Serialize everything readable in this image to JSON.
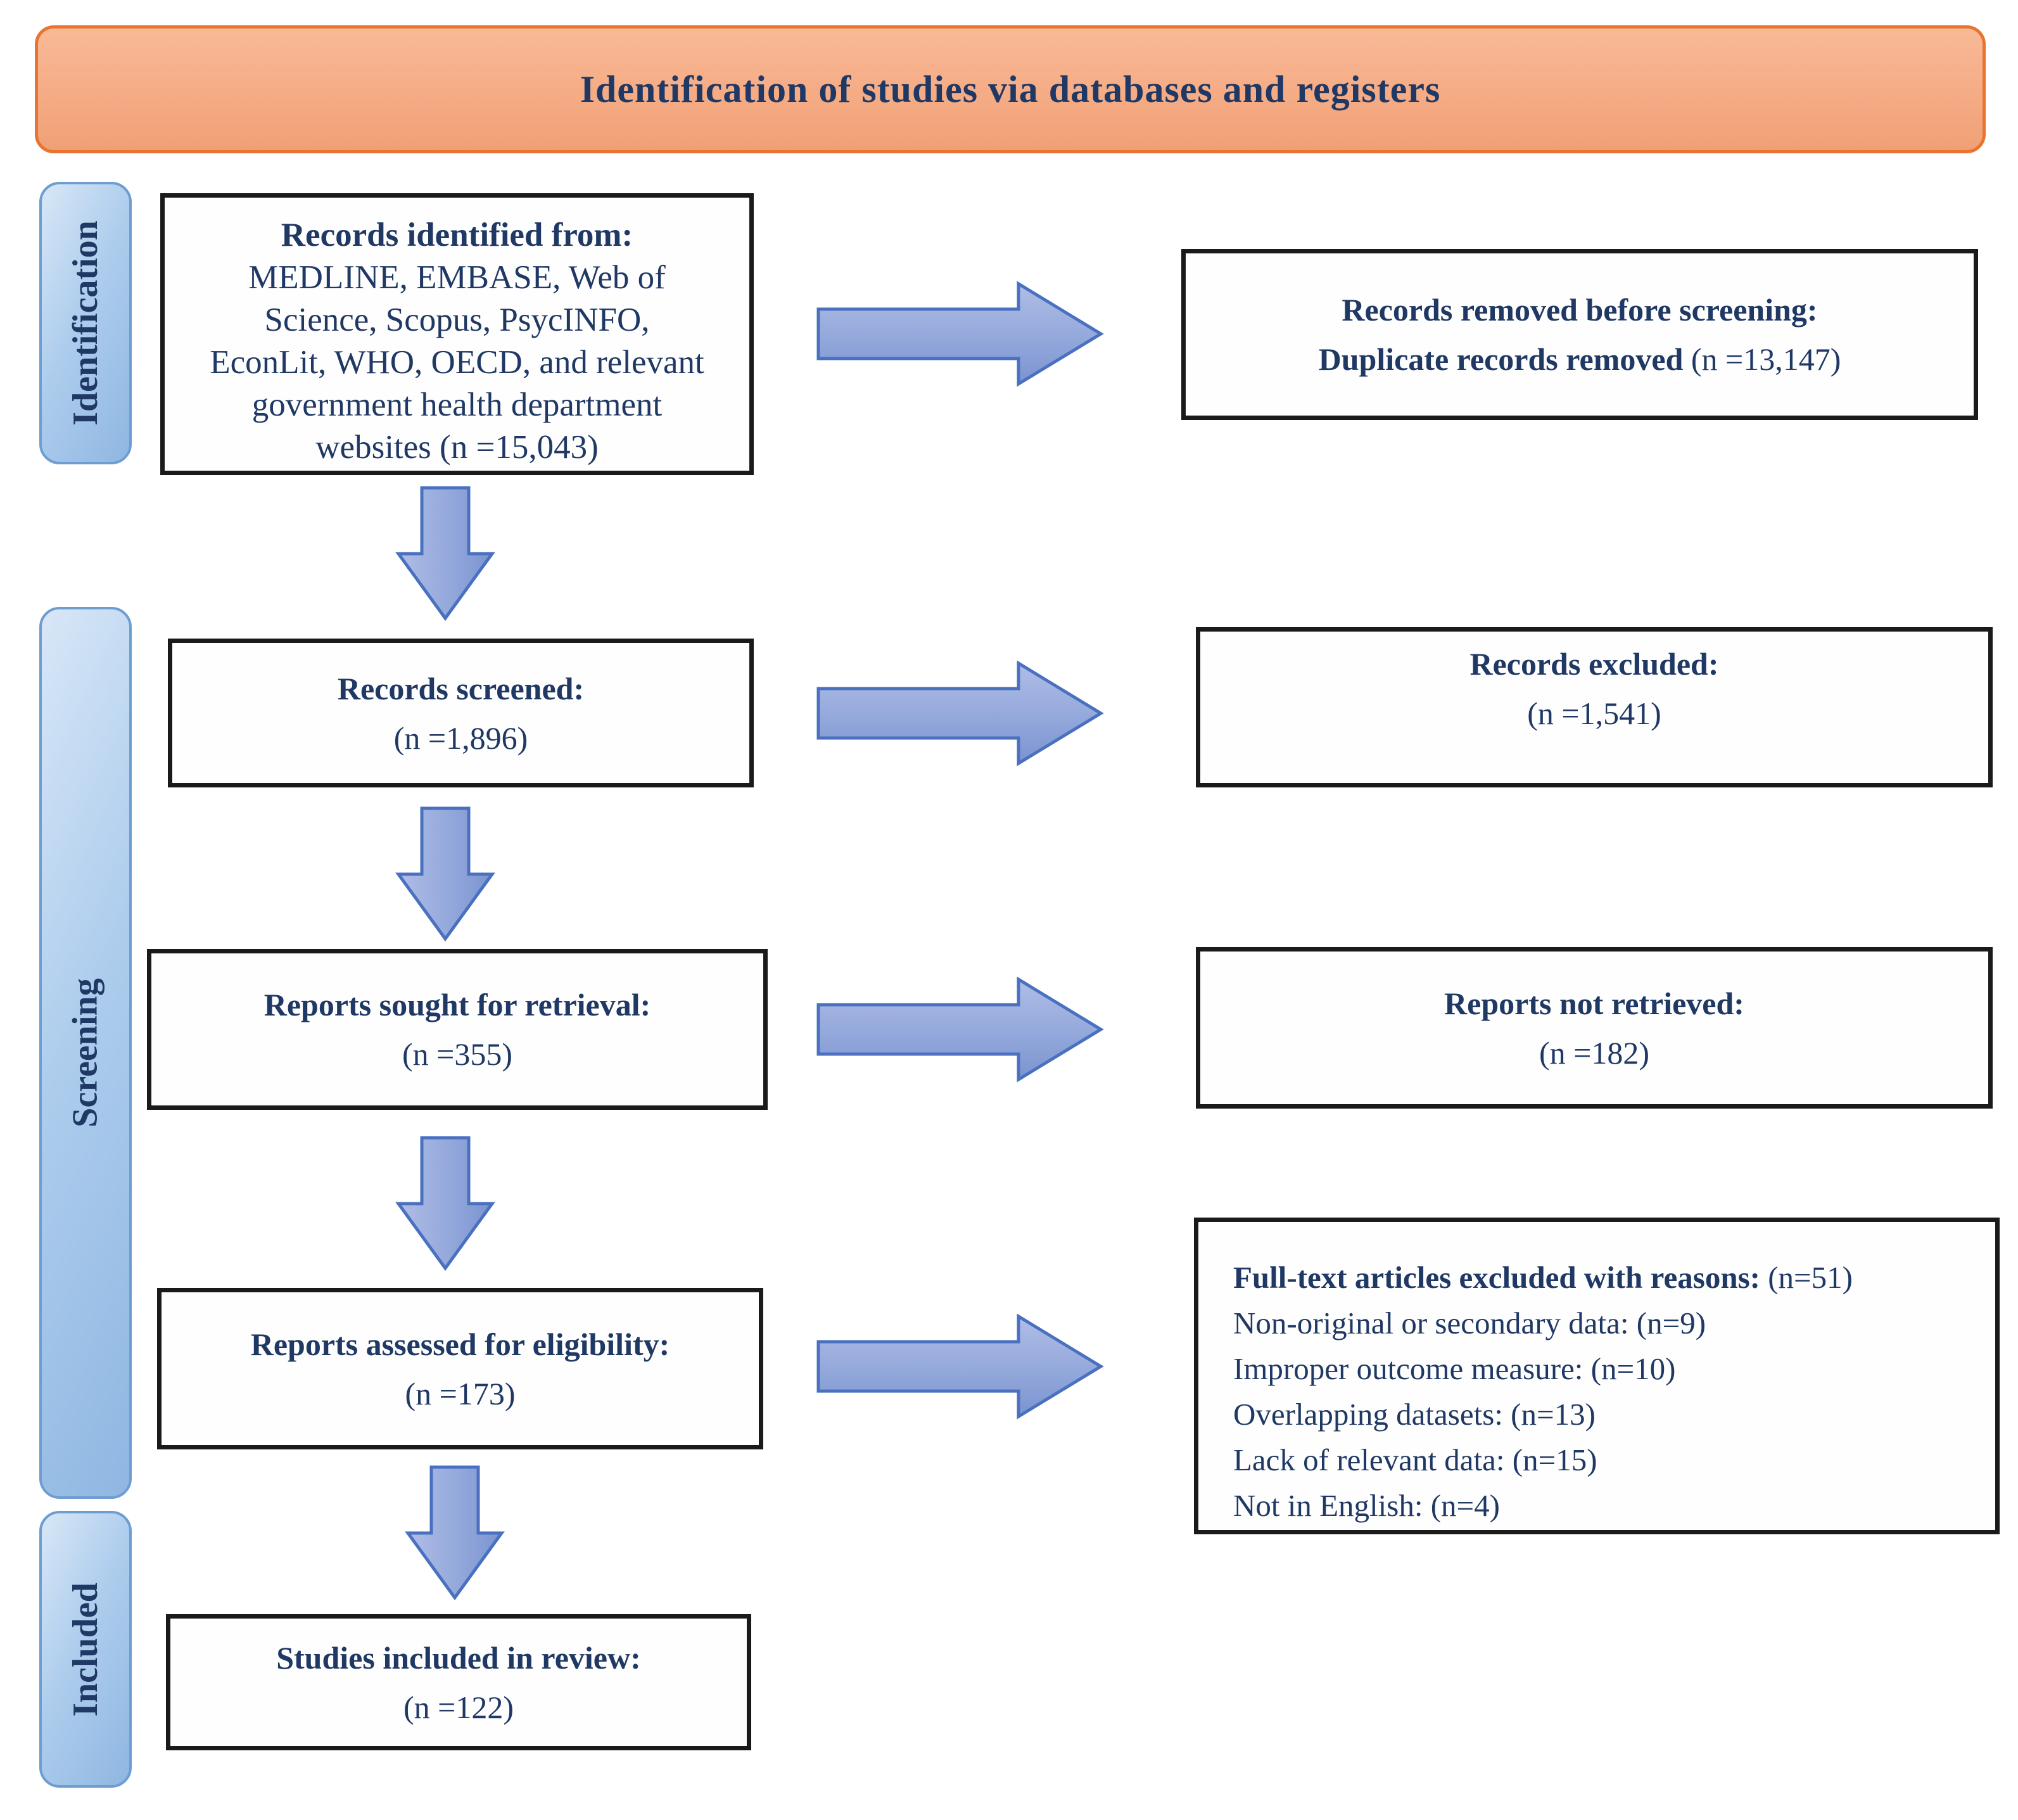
{
  "header": {
    "title": "Identification of studies via databases and registers"
  },
  "stages": [
    {
      "label": "Identification"
    },
    {
      "label": "Screening"
    },
    {
      "label": "Included"
    }
  ],
  "boxes": {
    "identified": {
      "title": "Records identified from:",
      "lines": [
        "MEDLINE, EMBASE, Web of",
        "Science, Scopus, PsycINFO,",
        "EconLit, WHO, OECD, and relevant",
        "government health department",
        "websites (n =15,043)"
      ]
    },
    "removed": {
      "title": "Records removed before screening:",
      "label": "Duplicate records removed",
      "count": " (n =13,147)"
    },
    "screened": {
      "title": "Records screened:",
      "count": "(n =1,896)"
    },
    "excluded": {
      "title": "Records excluded:",
      "count": "(n =1,541)"
    },
    "sought": {
      "title": "Reports sought for retrieval:",
      "count": "(n =355)"
    },
    "not_retrieved": {
      "title": "Reports not retrieved:",
      "count": "(n =182)"
    },
    "assessed": {
      "title": "Reports assessed for eligibility:",
      "count": "(n =173)"
    },
    "fulltext_excluded": {
      "title": "Full-text articles excluded with reasons:",
      "count": " (n=51)",
      "reasons": [
        "Non-original or secondary data: (n=9)",
        "Improper outcome measure: (n=10)",
        "Overlapping datasets: (n=13)",
        "Lack of relevant data: (n=15)",
        "Not in English: (n=4)"
      ]
    },
    "included": {
      "title": "Studies included in review:",
      "count": "(n =122)"
    }
  },
  "colors": {
    "header_fill": "#F6AE88",
    "header_border": "#E8742F",
    "stage_fill": "#AECDED",
    "stage_border": "#6D9DD1",
    "box_border": "#1A1A1A",
    "arrow_fill": "#8FA5D9",
    "arrow_border": "#4A70C0",
    "text_navy": "#1F3864"
  }
}
